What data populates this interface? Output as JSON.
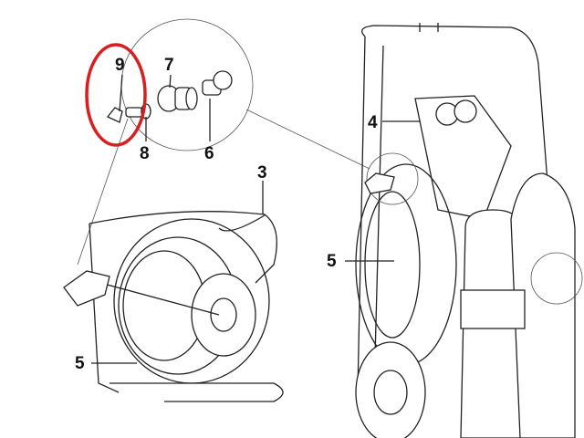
{
  "diagram": {
    "labels": {
      "part9": "9",
      "part7": "7",
      "part8": "8",
      "part6": "6",
      "part4": "4",
      "part3": "3",
      "part5_reel": "5",
      "part5_trolley": "5",
      "part5_cart": "5"
    },
    "highlight_color": "#d62020"
  }
}
